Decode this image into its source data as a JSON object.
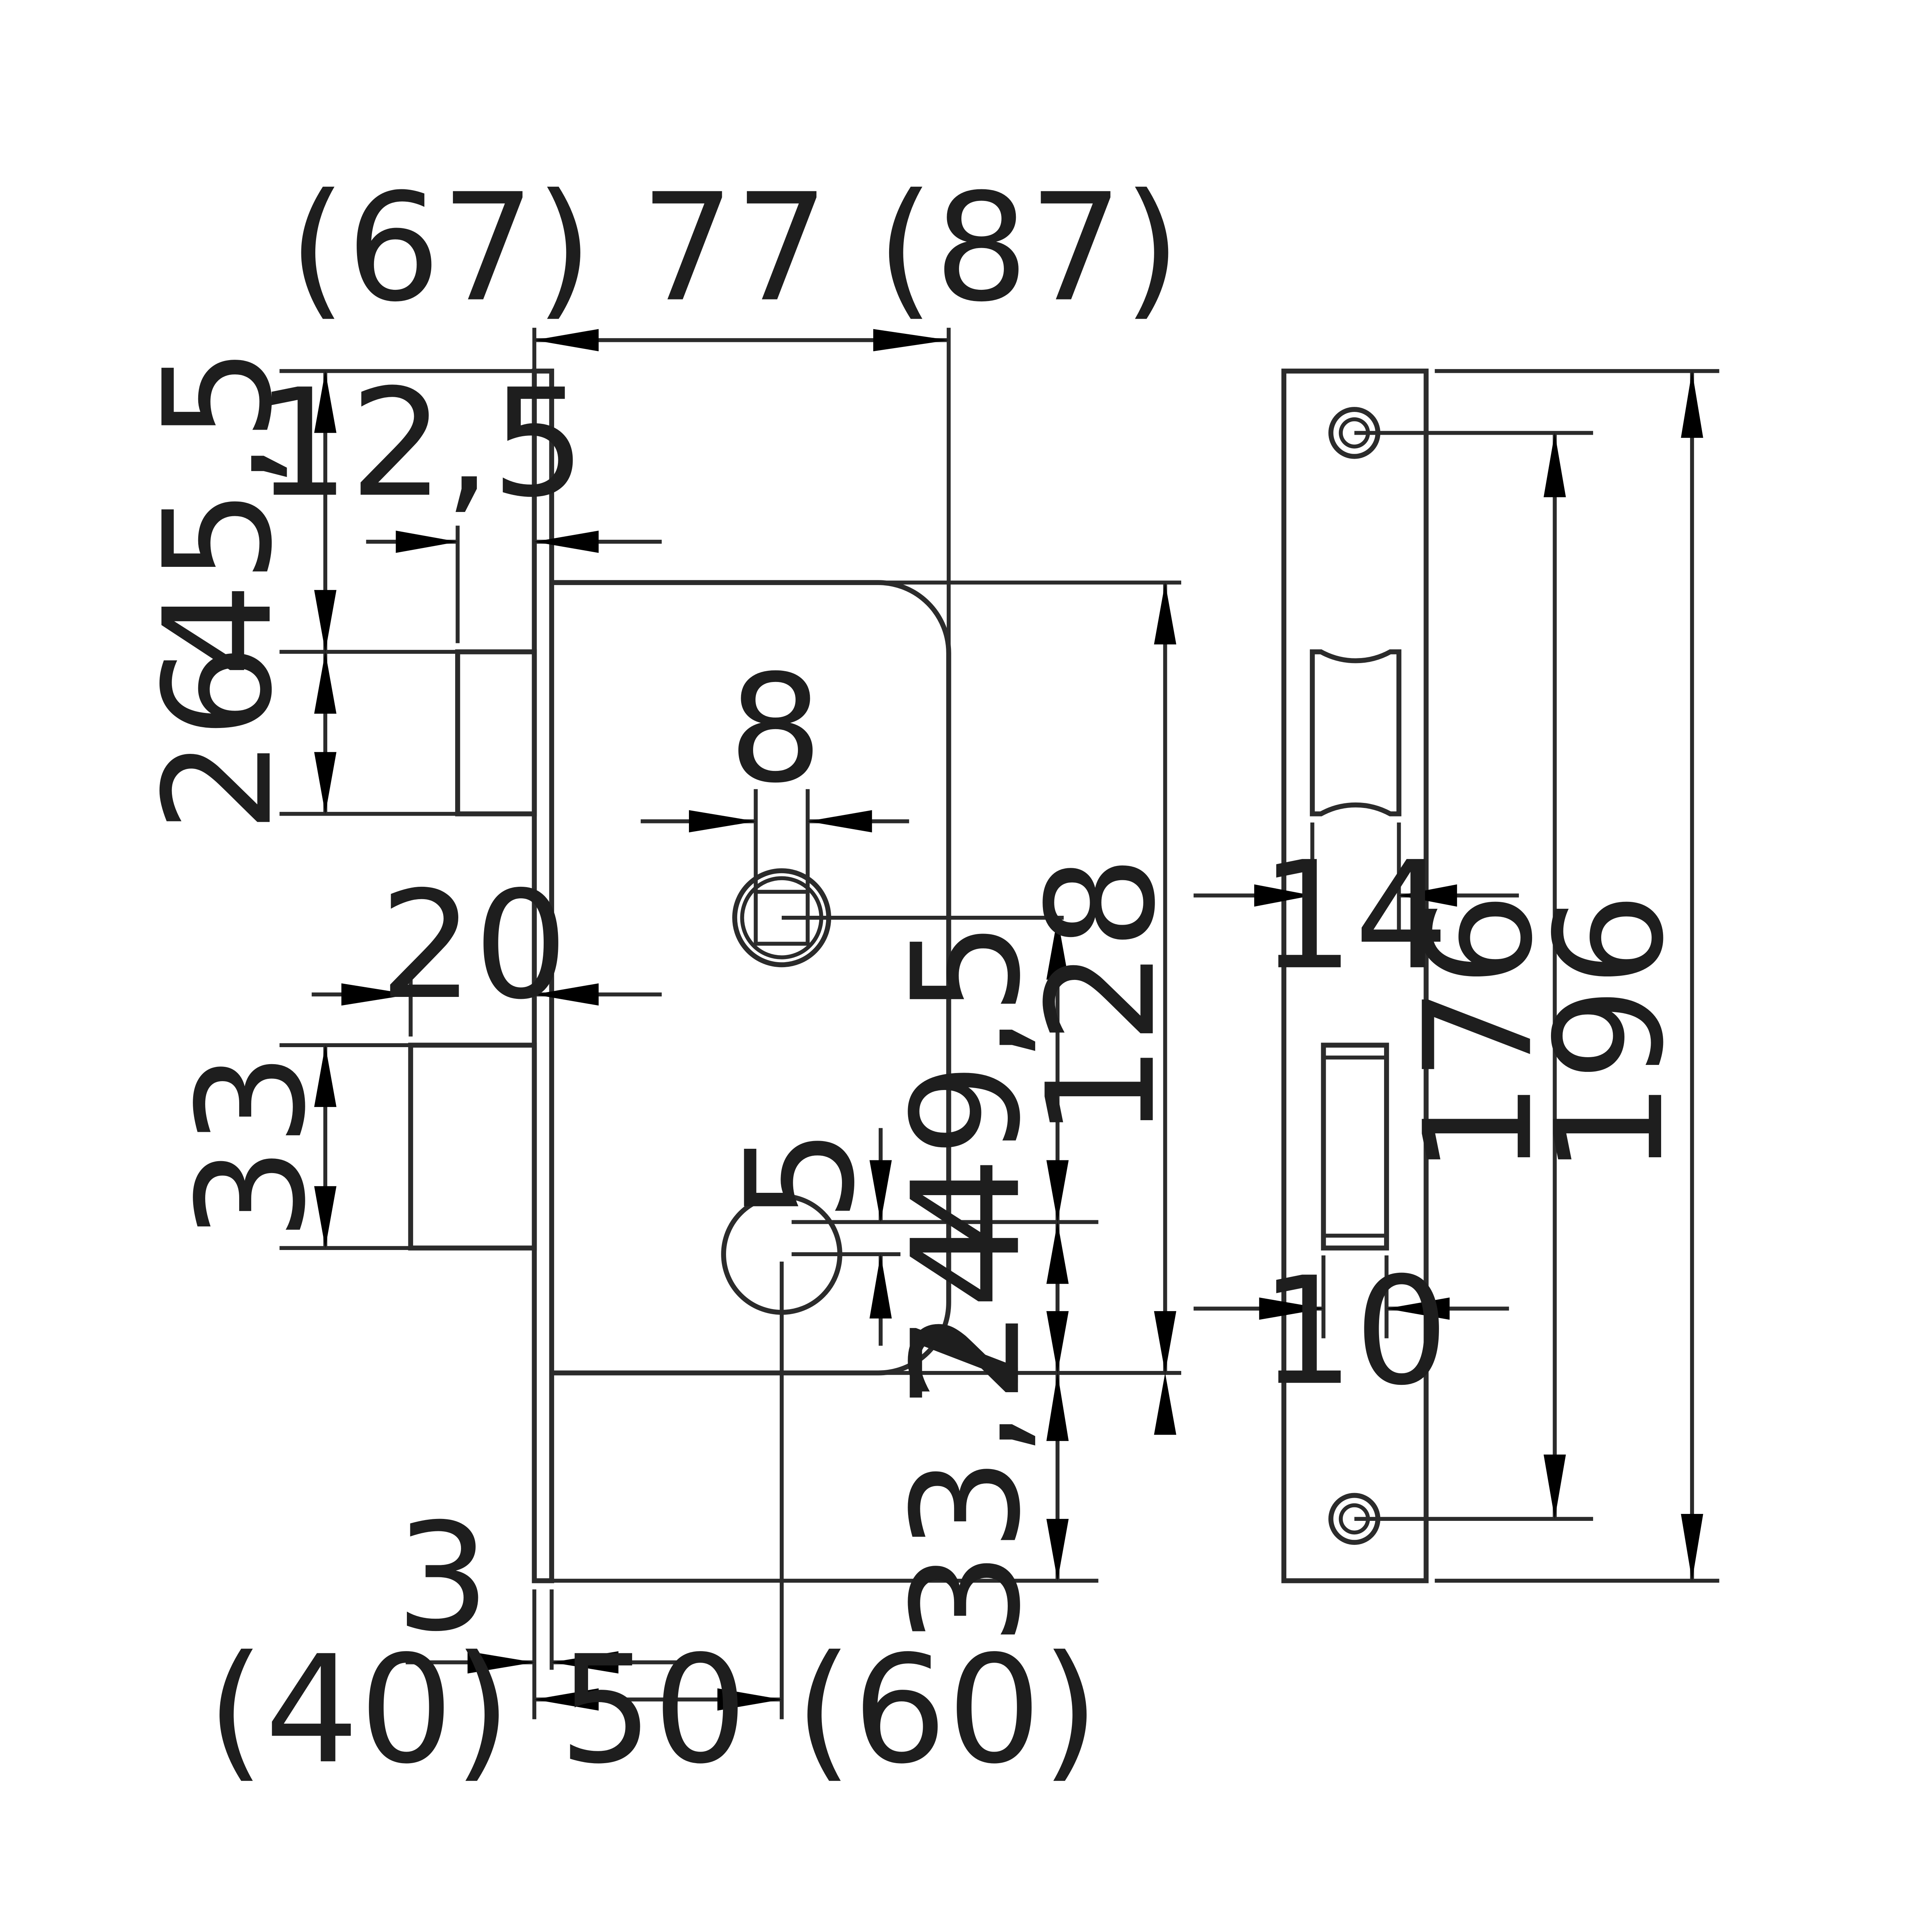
{
  "colors": {
    "line": "#2b2b2b",
    "arrow": "#000000",
    "text": "#1e1e1e",
    "background": "#ffffff"
  },
  "dimensions": {
    "backset_width": "(67) 77 (87)",
    "top_to_latch": "45,5",
    "latch_projection": "12,5",
    "latch_height": "26",
    "spindle_size": "8",
    "deadbolt_projection": "20",
    "deadbolt_height": "33",
    "spindle_to_keyhole": "49,5",
    "case_height": "128",
    "keyhole_offset": "5",
    "keyhole_to_bottom": "24",
    "case_to_plate_bottom": "33,7",
    "faceplate_thickness": "3",
    "backset": "(40) 50 (60)",
    "latch_slot_width": "14",
    "bolt_slot_width": "10",
    "screw_centers": "176",
    "plate_length": "196"
  }
}
